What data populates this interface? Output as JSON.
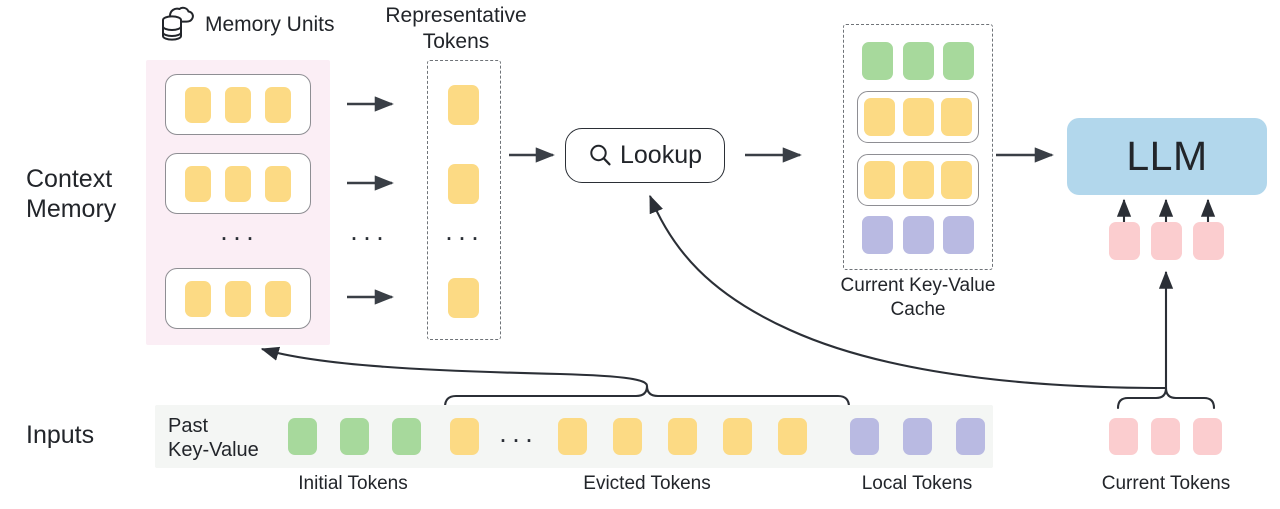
{
  "diagram": {
    "title": "Context Memory LLM KV-cache lookup pipeline",
    "row_labels": {
      "context_memory": "Context\nMemory",
      "context_memory_line1": "Context",
      "context_memory_line2": "Memory",
      "inputs": "Inputs"
    },
    "headers": {
      "memory_units": "Memory Units",
      "memory_units_icon": "cloud-database-icon",
      "representative_tokens_line1": "Representative",
      "representative_tokens_line2": "Tokens"
    },
    "memory_units": {
      "unit_count_shown": 3,
      "tokens_per_unit": 3,
      "ellipsis": "···",
      "token_color": "#fcda84"
    },
    "representative_tokens": {
      "token_count_shown": 3,
      "ellipsis": "···",
      "token_color": "#fcda84"
    },
    "arrows_ellipsis": "···",
    "lookup": {
      "label": "Lookup",
      "icon": "search-icon"
    },
    "kv_cache": {
      "caption_line1": "Current Key-Value",
      "caption_line2": "Cache",
      "rows": [
        {
          "name": "initial-tokens-row",
          "color": "#a7d99c",
          "boxed": false,
          "count": 3
        },
        {
          "name": "retrieved-memory-unit-row-1",
          "color": "#fcda84",
          "boxed": true,
          "count": 3
        },
        {
          "name": "retrieved-memory-unit-row-2",
          "color": "#fcda84",
          "boxed": true,
          "count": 3
        },
        {
          "name": "local-tokens-row",
          "color": "#b9bae2",
          "boxed": false,
          "count": 3
        }
      ]
    },
    "llm": {
      "label": "LLM",
      "color": "#b2d7ec",
      "input_token_count": 3,
      "input_token_color": "#fbcdcf"
    },
    "inputs": {
      "past_key_value_line1": "Past",
      "past_key_value_line2": "Key-Value",
      "ellipsis": "···",
      "groups": [
        {
          "label": "Initial Tokens",
          "color": "#a7d99c",
          "count": 3
        },
        {
          "label": "Evicted Tokens",
          "color": "#fcda84",
          "count": 7
        },
        {
          "label": "Local Tokens",
          "color": "#b9bae2",
          "count": 3
        },
        {
          "label": "Current Tokens",
          "color": "#fbcdcf",
          "count": 3
        }
      ]
    },
    "colors": {
      "yellow_token": "#fcda84",
      "green_token": "#a7d99c",
      "purple_token": "#b9bae2",
      "pink_token": "#fbcdcf",
      "llm_blue": "#b2d7ec",
      "memory_panel_pink": "#fbeef5",
      "inputs_strip_gray": "#f4f6f4",
      "stroke_dark": "#2b2f36",
      "stroke_gray": "#8e8e93",
      "text": "#22252a"
    }
  }
}
